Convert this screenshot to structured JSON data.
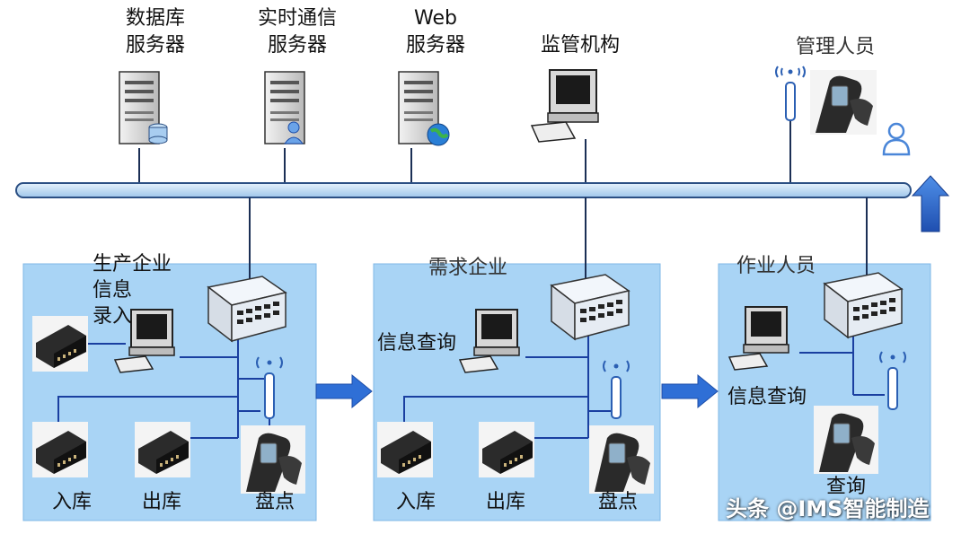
{
  "top": {
    "db_server": {
      "line1": "数据库",
      "line2": "服务器"
    },
    "comm_server": {
      "line1": "实时通信",
      "line2": "服务器"
    },
    "web_server": {
      "line1": "Web",
      "line2": "服务器"
    },
    "regulator": "监管机构",
    "manager": "管理人员"
  },
  "panel1": {
    "title_line1": "生产企业",
    "title_line2": "信息",
    "title_line3": "录入",
    "in": "入库",
    "out": "出库",
    "count": "盘点"
  },
  "panel2": {
    "title": "需求企业",
    "query": "信息查询",
    "in": "入库",
    "out": "出库",
    "count": "盘点"
  },
  "panel3": {
    "title": "作业人员",
    "query": "信息查询",
    "check": "查询"
  },
  "watermark": "头条 @IMS智能制造",
  "colors": {
    "panel": "#a9d4f5",
    "bus": "#c9e2f7",
    "bus_stroke": "#2b4f83",
    "arrow": "#2f6fd6",
    "link": "#1a3fa0"
  }
}
